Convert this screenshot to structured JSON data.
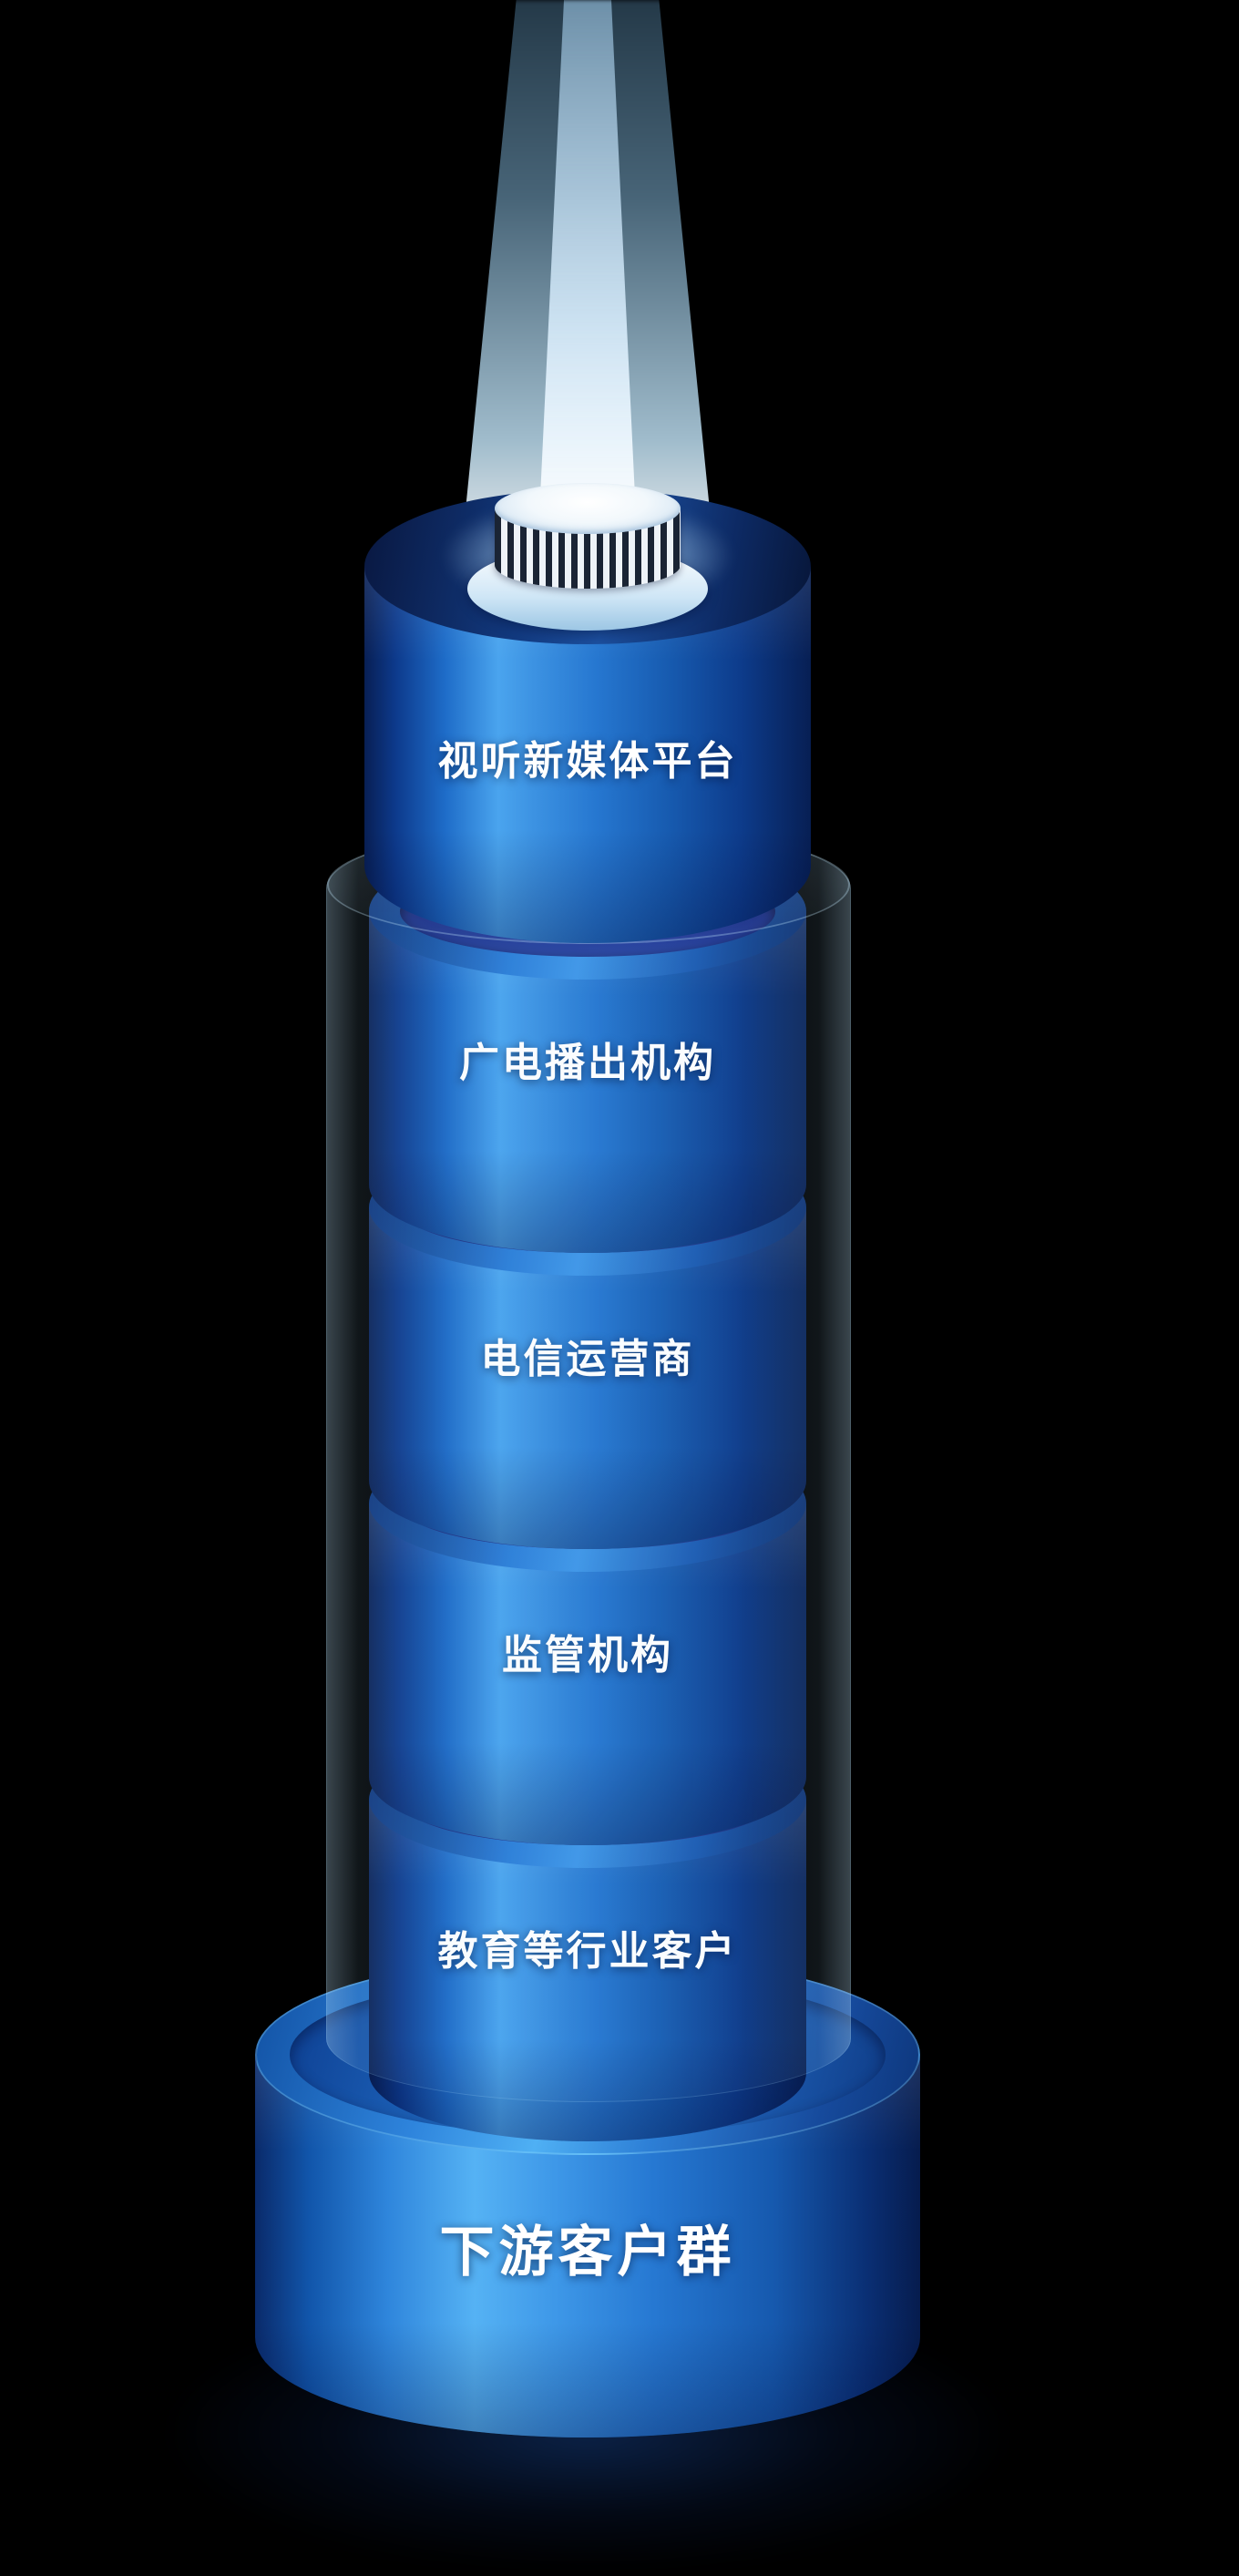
{
  "diagram": {
    "type": "stacked-cylinder-tower",
    "background": "#000000",
    "text_color": "#ffffff",
    "accent_color": "#2f86e0",
    "highlight_color": "#55b2f2",
    "layers": [
      "视听新媒体平台",
      "广电播出机构",
      "电信运营商",
      "监管机构",
      "教育等行业客户"
    ],
    "base_label": "下游客户群"
  }
}
